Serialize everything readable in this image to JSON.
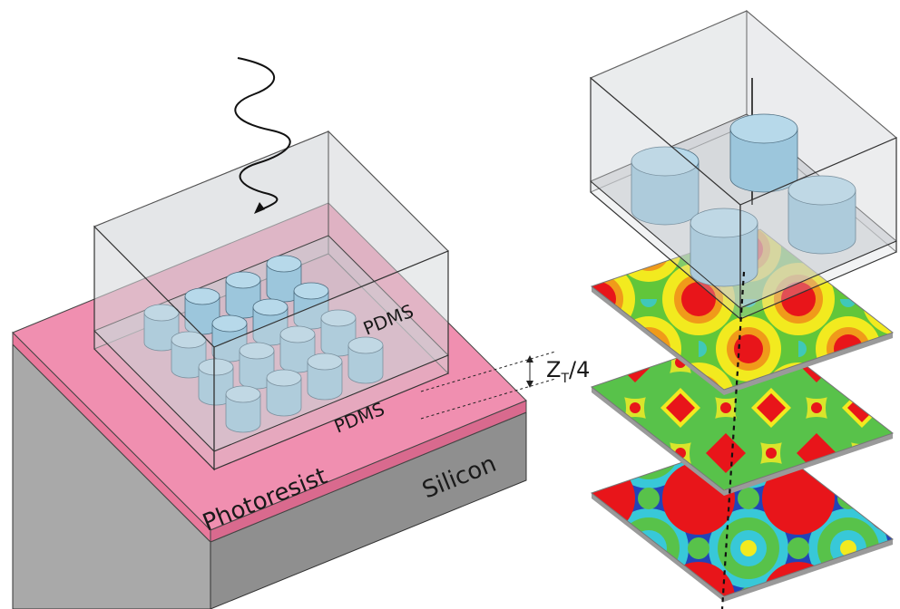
{
  "labels": {
    "pdms_top": "PDMS",
    "pdms_bottom": "PDMS",
    "photoresist": "Photoresist",
    "silicon": "Silicon",
    "zt_main": "Z",
    "zt_sub": "T",
    "zt_rest": "/4"
  },
  "colors": {
    "silicon_front": "#a9a9a9",
    "silicon_side": "#8f8f8f",
    "photoresist": "#e9799c",
    "pdms_glass": "#cfd3d8",
    "pillar": "#9cc6dc",
    "heat_red": "#e8151a",
    "heat_yellow": "#f2ea1f",
    "heat_green": "#58c24a",
    "heat_cyan": "#38c8d8",
    "heat_blue": "#2244b8"
  }
}
